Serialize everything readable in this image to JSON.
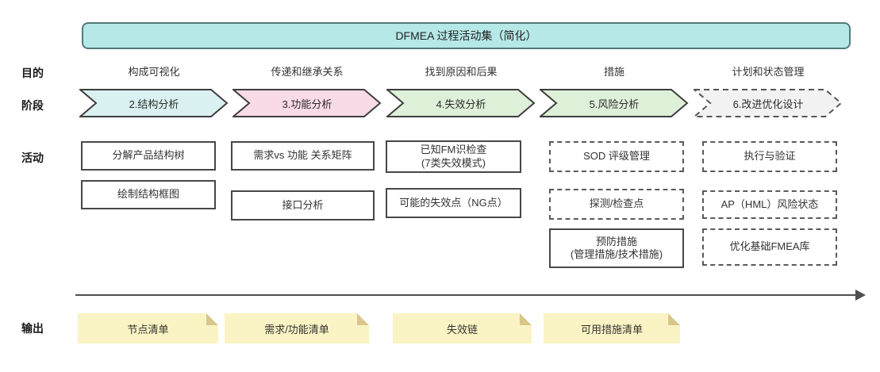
{
  "header": {
    "title": "DFMEA 过程活动集（简化）"
  },
  "row_labels": {
    "purpose": "目的",
    "phase": "阶段",
    "activity": "活动",
    "output": "输出"
  },
  "colors": {
    "header_fill": "#b5e8e6",
    "header_border": "#527a7a",
    "phase_cyan": "#d9f1f0",
    "phase_pink": "#f9dae7",
    "phase_green": "#def0d8",
    "phase_gray": "#f2f2f2",
    "note_fill": "#faf3c3",
    "note_fold": "#d9c68b"
  },
  "columns": [
    {
      "purpose": "构成可视化",
      "phase": {
        "label": "2.结构分析",
        "fill": "#d9f1f0",
        "style": "solid"
      },
      "activities": [
        {
          "label": "分解产品结构树",
          "style": "solid"
        },
        {
          "label": "绘制结构框图",
          "style": "solid"
        }
      ],
      "output": "节点清单"
    },
    {
      "purpose": "传递和继承关系",
      "phase": {
        "label": "3.功能分析",
        "fill": "#f9dae7",
        "style": "solid"
      },
      "activities": [
        {
          "label": "需求vs 功能 关系矩阵",
          "style": "solid"
        },
        {
          "label": "接口分析",
          "style": "solid"
        }
      ],
      "output": "需求/功能清单"
    },
    {
      "purpose": "找到原因和后果",
      "phase": {
        "label": "4.失效分析",
        "fill": "#def0d8",
        "style": "solid"
      },
      "activities": [
        {
          "label": "已知FM识检查\n(7类失效模式)",
          "style": "solid"
        },
        {
          "label": "可能的失效点（NG点）",
          "style": "solid"
        }
      ],
      "output": "失效链"
    },
    {
      "purpose": "措施",
      "phase": {
        "label": "5.风险分析",
        "fill": "#def0d8",
        "style": "solid"
      },
      "activities": [
        {
          "label": "SOD 评级管理",
          "style": "dashed"
        },
        {
          "label": "探测/检查点",
          "style": "dashed"
        },
        {
          "label": "预防措施\n(管理措施/技术措施)",
          "style": "solid"
        }
      ],
      "output": "可用措施清单"
    },
    {
      "purpose": "计划和状态管理",
      "phase": {
        "label": "6.改进优化设计",
        "fill": "#f2f2f2",
        "style": "dashed"
      },
      "activities": [
        {
          "label": "执行与验证",
          "style": "dashed"
        },
        {
          "label": "AP（HML）风险状态",
          "style": "dashed"
        },
        {
          "label": "优化基础FMEA库",
          "style": "dashed"
        }
      ]
    }
  ]
}
